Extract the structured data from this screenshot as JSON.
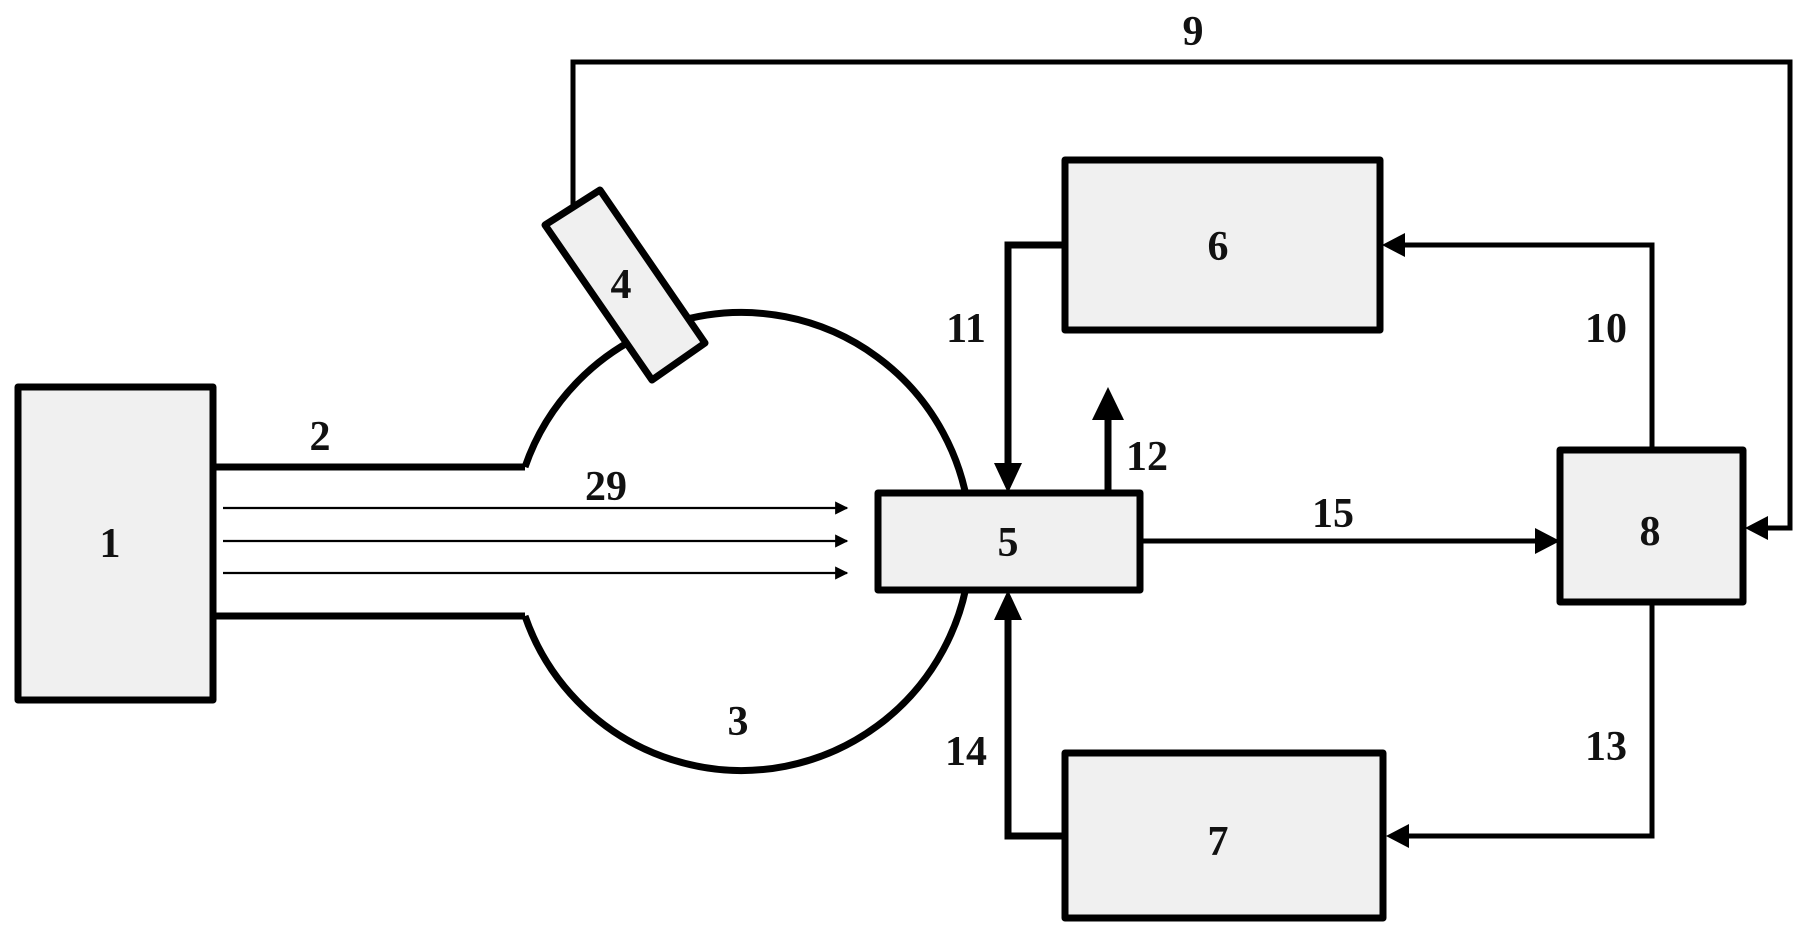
{
  "diagram": {
    "components": {
      "box1": "1",
      "pipe": "2",
      "chamber": "3",
      "box4": "4",
      "box5": "5",
      "box6": "6",
      "box7": "7",
      "box8": "8"
    },
    "connections": {
      "line9": "9",
      "line10": "10",
      "line11": "11",
      "line12": "12",
      "line13": "13",
      "line14": "14",
      "line15": "15",
      "beams": "29"
    },
    "colors": {
      "box_fill": "#f0f0f0",
      "stroke": "#000000"
    }
  }
}
